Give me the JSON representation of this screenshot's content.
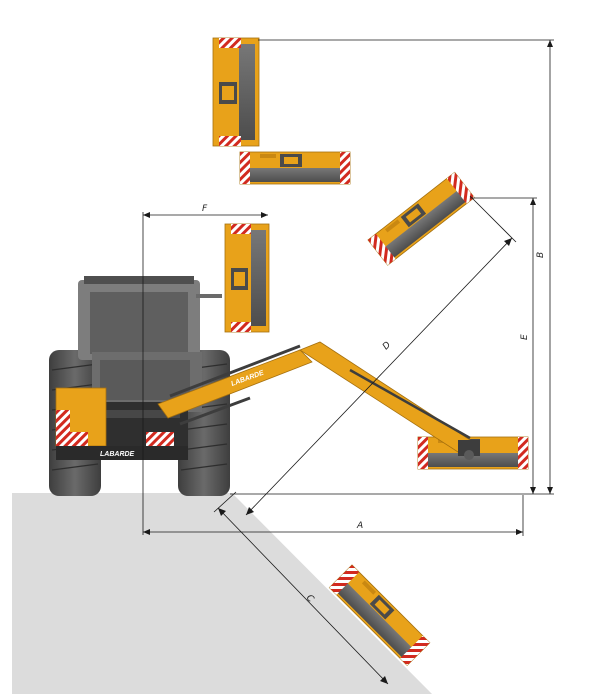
{
  "diagram": {
    "dimension_labels": {
      "A": "A",
      "B": "B",
      "C": "C",
      "D": "D",
      "E": "E",
      "F": "F"
    },
    "brand_tractor": "LABARDE",
    "brand_arm": "LABARDE",
    "colors": {
      "mower_orange": "#e8a21a",
      "mower_dark": "#5e5e5e",
      "tractor_gray": "#6f6f6f",
      "ground": "#dcdcdc",
      "warning_red": "#d22a1f"
    }
  }
}
